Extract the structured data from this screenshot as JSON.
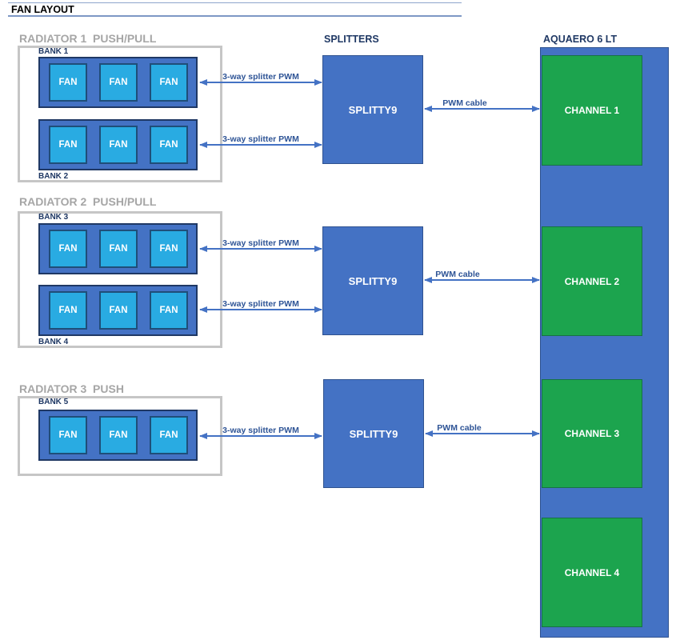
{
  "title": "FAN LAYOUT",
  "headers": {
    "splitters": "SPLITTERS",
    "aquaero": "AQUAERO 6 LT"
  },
  "fan_label": "FAN",
  "radiators": [
    {
      "label": "RADIATOR 1  PUSH/PULL",
      "banks": [
        {
          "label": "BANK 1"
        },
        {
          "label": "BANK 2"
        }
      ]
    },
    {
      "label": "RADIATOR 2  PUSH/PULL",
      "banks": [
        {
          "label": "BANK 3"
        },
        {
          "label": "BANK 4"
        }
      ]
    },
    {
      "label": "RADIATOR 3  PUSH",
      "banks": [
        {
          "label": "BANK 5"
        }
      ]
    }
  ],
  "splitters": [
    {
      "label": "SPLITTY9"
    },
    {
      "label": "SPLITTY9"
    },
    {
      "label": "SPLITTY9"
    }
  ],
  "channels": [
    {
      "label": "CHANNEL 1"
    },
    {
      "label": "CHANNEL 2"
    },
    {
      "label": "CHANNEL 3"
    },
    {
      "label": "CHANNEL 4"
    }
  ],
  "connections": {
    "splitter_arrow_label": "3-way splitter PWM",
    "pwm_cable_label": "PWM cable"
  },
  "colors": {
    "accent_blue": "#4472c4",
    "blue_border": "#2f528f",
    "fan_cyan": "#29abe2",
    "fan_border": "#1f4e79",
    "channel_green": "#1ca44e",
    "navy_text": "#1f3864",
    "gray_text": "#a6a6a6",
    "gray_border": "#c6c6c6",
    "label_blue": "#2e5496"
  }
}
